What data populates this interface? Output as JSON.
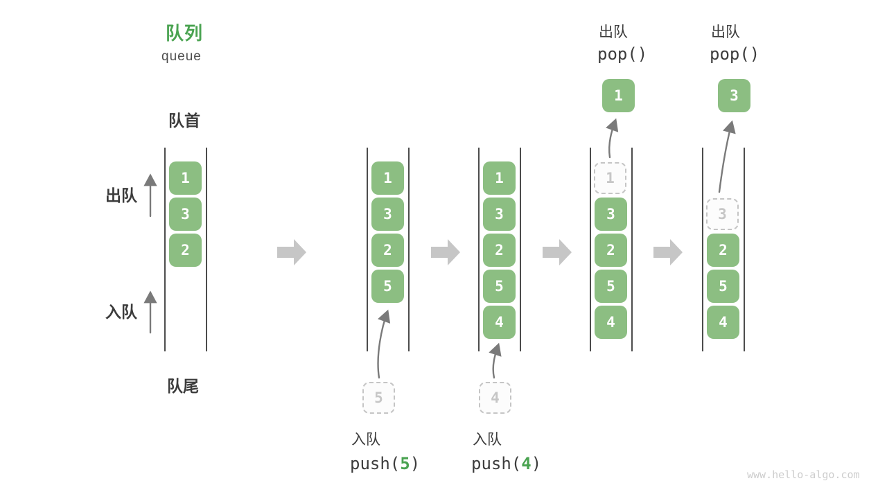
{
  "title": {
    "zh": "队列",
    "en": "queue"
  },
  "side_labels": {
    "front": "队首",
    "rear": "队尾",
    "dequeue": "出队",
    "enqueue": "入队"
  },
  "colors": {
    "box_green": "#8CBE82",
    "accent_green": "#4AA351",
    "text_dark": "#3C3C3C",
    "column_line": "#4C4C4C",
    "thin_arrow": "#7A7A7A",
    "block_arrow": "#C6C6C6",
    "ghost_gray": "#C5C5C5",
    "watermark_gray": "#CDCDCD"
  },
  "states": [
    {
      "slots": [
        "1",
        "3",
        "2"
      ]
    },
    {
      "slots": [
        "1",
        "3",
        "2",
        "5"
      ],
      "incoming": "5",
      "op": {
        "zh": "入队",
        "fn": "push(",
        "arg": "5",
        "close": ")"
      }
    },
    {
      "slots": [
        "1",
        "3",
        "2",
        "5",
        "4"
      ],
      "incoming": "4",
      "op": {
        "zh": "入队",
        "fn": "push(",
        "arg": "4",
        "close": ")"
      }
    },
    {
      "ghost": "1",
      "slots": [
        "3",
        "2",
        "5",
        "4"
      ],
      "popped": "1",
      "op": {
        "zh": "出队",
        "fn": "pop()"
      }
    },
    {
      "ghost": "3",
      "slots": [
        "2",
        "5",
        "4"
      ],
      "popped": "3",
      "op": {
        "zh": "出队",
        "fn": "pop()"
      }
    }
  ],
  "watermark": "www.hello-algo.com"
}
